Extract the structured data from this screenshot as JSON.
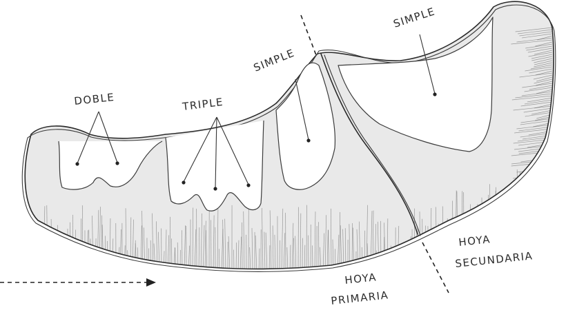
{
  "labels": {
    "dobe": "DOBLE",
    "triple": "TRIPLE",
    "simple_left": "SIMPLE",
    "simple_right": "SIMPLE",
    "hoya_primaria_line1": "HOYA",
    "hoya_primaria_line2": "PRIMARIA",
    "hoya_secundaria_line1": "HOYA",
    "hoya_secundaria_line2": "SECUNDARIA"
  },
  "colors": {
    "ink": "#2a2a2a",
    "shading": "#555555",
    "background": "#ffffff"
  }
}
